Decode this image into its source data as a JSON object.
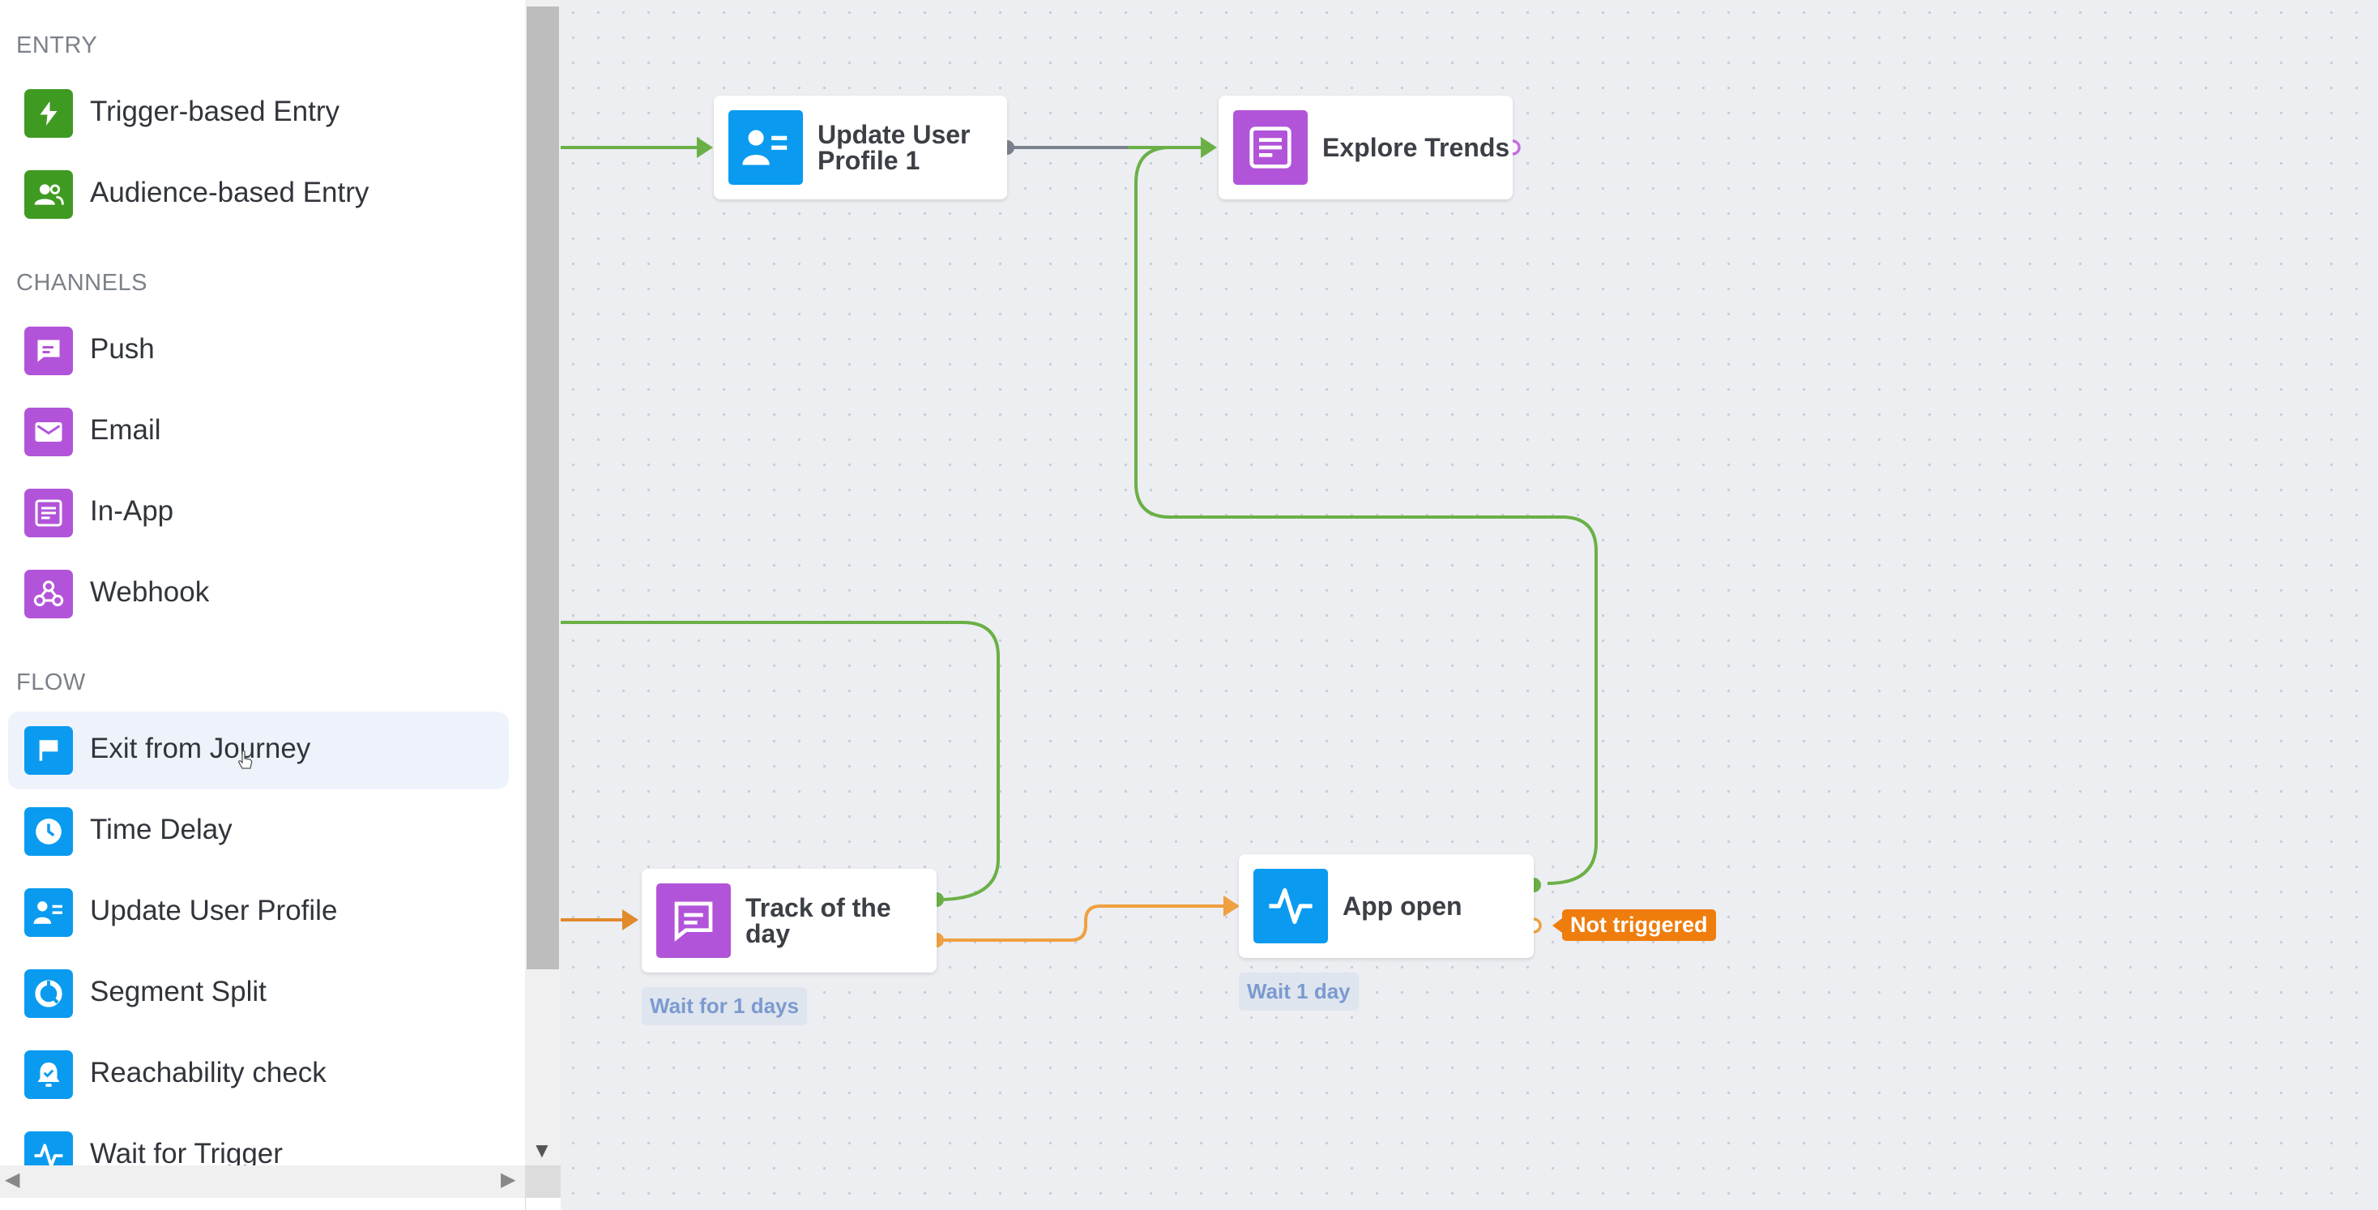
{
  "sidebar": {
    "sections": [
      {
        "heading": "ENTRY",
        "items": [
          {
            "label": "Trigger-based Entry",
            "icon": "lightning-icon",
            "color": "#3f9a22"
          },
          {
            "label": "Audience-based Entry",
            "icon": "audience-icon",
            "color": "#3f9a22"
          }
        ]
      },
      {
        "heading": "CHANNELS",
        "items": [
          {
            "label": "Push",
            "icon": "push-icon",
            "color": "#b254d9"
          },
          {
            "label": "Email",
            "icon": "email-icon",
            "color": "#b254d9"
          },
          {
            "label": "In-App",
            "icon": "in-app-icon",
            "color": "#b254d9"
          },
          {
            "label": "Webhook",
            "icon": "webhook-icon",
            "color": "#b254d9"
          }
        ]
      },
      {
        "heading": "FLOW",
        "items": [
          {
            "label": "Exit from Journey",
            "icon": "flag-icon",
            "color": "#0a9bf0"
          },
          {
            "label": "Time Delay",
            "icon": "clock-icon",
            "color": "#0a9bf0"
          },
          {
            "label": "Update User Profile",
            "icon": "user-profile-icon",
            "color": "#0a9bf0"
          },
          {
            "label": "Segment Split",
            "icon": "segment-split-icon",
            "color": "#0a9bf0"
          },
          {
            "label": "Reachability check",
            "icon": "bell-check-icon",
            "color": "#0a9bf0"
          },
          {
            "label": "Wait for Trigger",
            "icon": "pulse-icon",
            "color": "#0a9bf0"
          }
        ]
      }
    ]
  },
  "canvas": {
    "nodes": {
      "update_user_profile": {
        "title_line1": "Update User",
        "title_line2": "Profile 1",
        "icon": "user-profile-icon",
        "color": "#0a9bf0"
      },
      "explore_trends": {
        "title": "Explore Trends",
        "icon": "in-app-icon",
        "color": "#b254d9"
      },
      "track_of_the_day": {
        "title_line1": "Track of the",
        "title_line2": "day",
        "icon": "push-icon",
        "color": "#b254d9",
        "wait_label": "Wait for 1 days"
      },
      "app_open": {
        "title": "App open",
        "icon": "pulse-icon",
        "color": "#0a9bf0",
        "wait_label": "Wait 1 day",
        "status_label": "Not triggered"
      }
    },
    "edge_colors": {
      "yes": "#6bb046",
      "no": "#f0a040",
      "neutral": "#7a818c",
      "entry_no": "#e08a2c"
    }
  }
}
